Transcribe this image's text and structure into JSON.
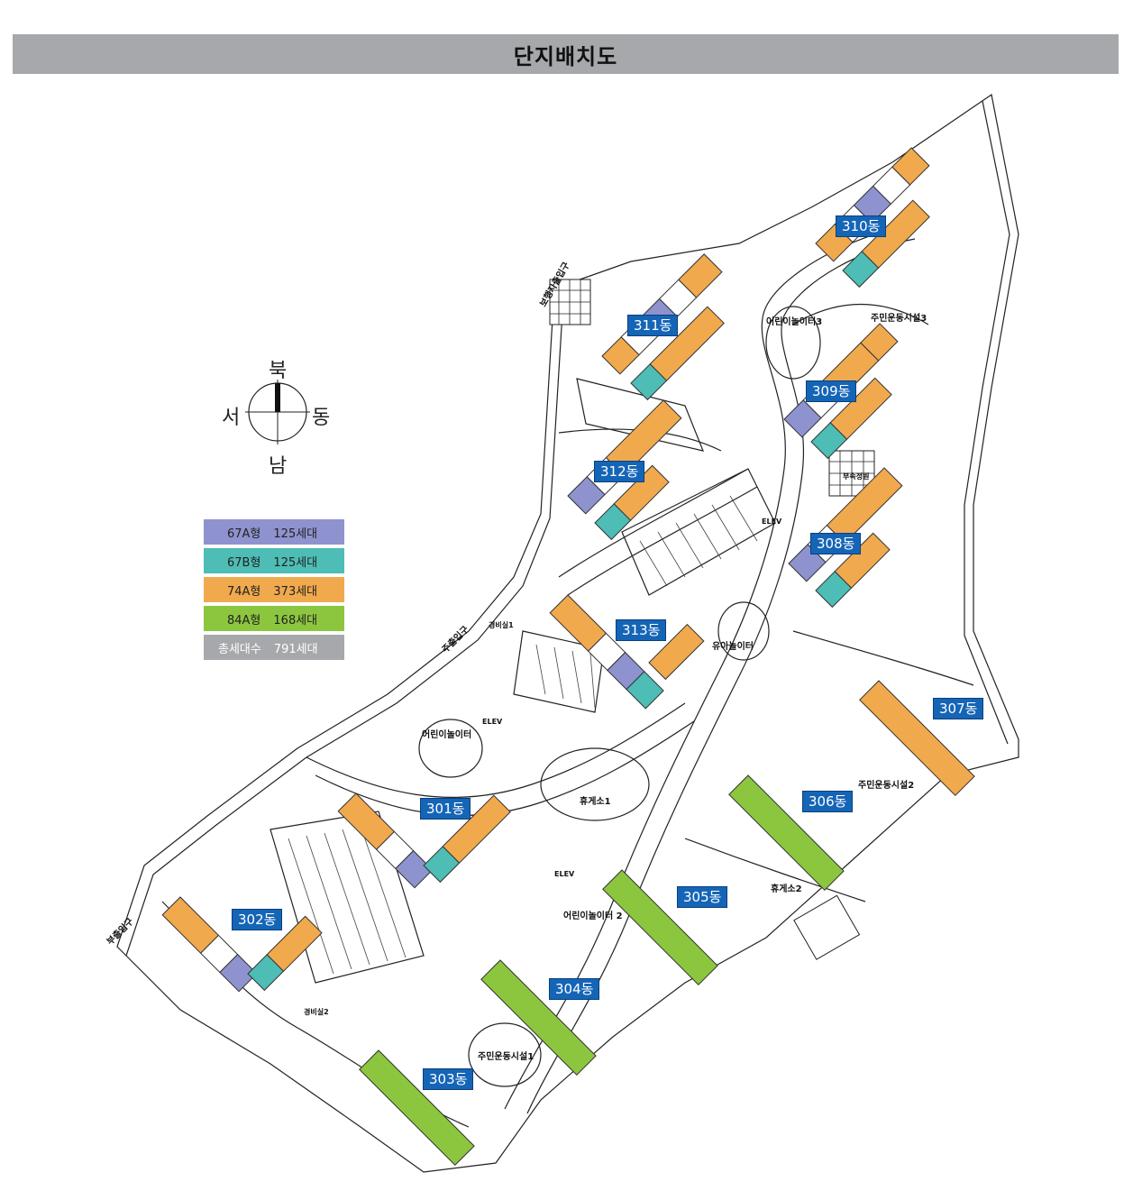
{
  "title": "단지배치도",
  "compass": {
    "north": "북",
    "south": "남",
    "east": "동",
    "west": "서"
  },
  "colors": {
    "type_67A": "#8e93cf",
    "type_67B": "#4dbdb5",
    "type_74A": "#f1a94e",
    "type_84A": "#8cc63f",
    "total": "#a6a8ab",
    "label_blue": "#1565b7"
  },
  "legend": [
    {
      "type": "67A형",
      "count": "125세대"
    },
    {
      "type": "67B형",
      "count": "125세대"
    },
    {
      "type": "74A형",
      "count": "373세대"
    },
    {
      "type": "84A형",
      "count": "168세대"
    },
    {
      "type": "총세대수",
      "count": "791세대"
    }
  ],
  "buildings": {
    "b301": "301동",
    "b302": "302동",
    "b303": "303동",
    "b304": "304동",
    "b305": "305동",
    "b306": "306동",
    "b307": "307동",
    "b308": "308동",
    "b309": "309동",
    "b310": "310동",
    "b311": "311동",
    "b312": "312동",
    "b313": "313동"
  },
  "facilities": {
    "playground1": "어린이놀이터",
    "playground2": "어린이놀이터 2",
    "playground3": "어린이놀이터3",
    "infant_play": "유아놀이터",
    "rest1": "휴게소1",
    "rest2": "휴게소2",
    "fitness1": "주민운동시설1",
    "fitness2": "주민운동시설2",
    "fitness3": "주민운동시설3",
    "guard1": "경비실1",
    "guard2": "경비실2",
    "elev1": "ELEV",
    "elev2": "ELEV",
    "elev3": "ELEV",
    "garden": "부속정원"
  },
  "gates": {
    "main": "주출입구",
    "sub": "부출입구",
    "pedestrian": "보행자출입구"
  }
}
